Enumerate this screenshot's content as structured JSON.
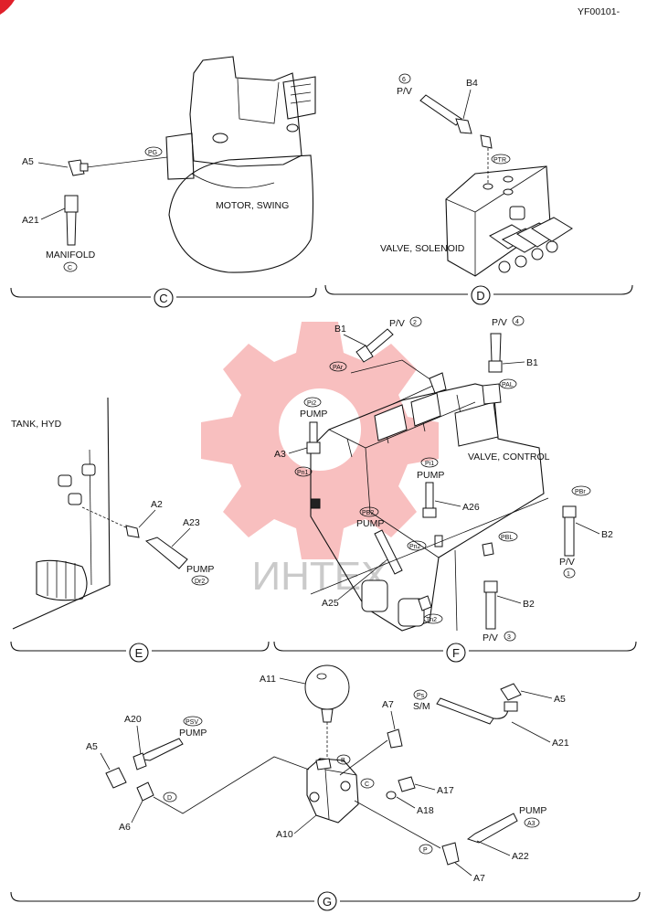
{
  "doc_code": "YF00101-",
  "watermark_text": "ИНТЕХ",
  "colors": {
    "ink": "#111111",
    "watermark": "#f28a8a",
    "watermark_text": "#bdbdbd"
  },
  "sections": {
    "C": {
      "label": "C",
      "parts": {
        "a5": "A5",
        "a21": "A21",
        "pg": "PG",
        "manifold": "MANIFOLD",
        "c_sub": "C",
        "motor": "MOTOR, SWING"
      }
    },
    "D": {
      "label": "D",
      "parts": {
        "b4": "B4",
        "pv_num": "6",
        "pv": "P/V",
        "ptr": "PTR",
        "valve": "VALVE, SOLENOID"
      }
    },
    "E": {
      "label": "E",
      "parts": {
        "tank": "TANK, HYD",
        "a2": "A2",
        "a23": "A23",
        "pump": "PUMP",
        "dr2": "Dr2"
      }
    },
    "F": {
      "label": "F",
      "parts": {
        "b1_top": "B1",
        "pv2": "P/V",
        "n2": "2",
        "pv4": "P/V",
        "n4": "4",
        "b1_right": "B1",
        "par": "PAr",
        "pal": "PAL",
        "pi2": "Pi2",
        "pump_a3": "PUMP",
        "a3": "A3",
        "pn1": "Pn1",
        "valve": "VALVE, CONTROL",
        "pi1": "Pi1",
        "pump_pi1": "PUMP",
        "a26": "A26",
        "pb2": "PB2",
        "pump_pb2": "PUMP",
        "pn2": "Pn2",
        "pbl": "PBL",
        "pbr": "PBr",
        "b2_right": "B2",
        "pv1": "P/V",
        "n1": "1",
        "a25": "A25",
        "b2_bot": "B2",
        "tn2": "Tn2",
        "pv3": "P/V",
        "n3": "3"
      }
    },
    "G": {
      "label": "G",
      "parts": {
        "a11": "A11",
        "a7_top": "A7",
        "ps": "Ps",
        "sm": "S/M",
        "a5_right": "A5",
        "a21": "A21",
        "a20": "A20",
        "psv": "PSV",
        "pump_psv": "PUMP",
        "a5_left": "A5",
        "a6": "A6",
        "d": "D",
        "b": "B",
        "c": "C",
        "a17": "A17",
        "a18": "A18",
        "a10": "A10",
        "pump_a3": "PUMP",
        "a3": "A3",
        "p": "P",
        "a22": "A22",
        "a7_bot": "A7"
      }
    }
  }
}
